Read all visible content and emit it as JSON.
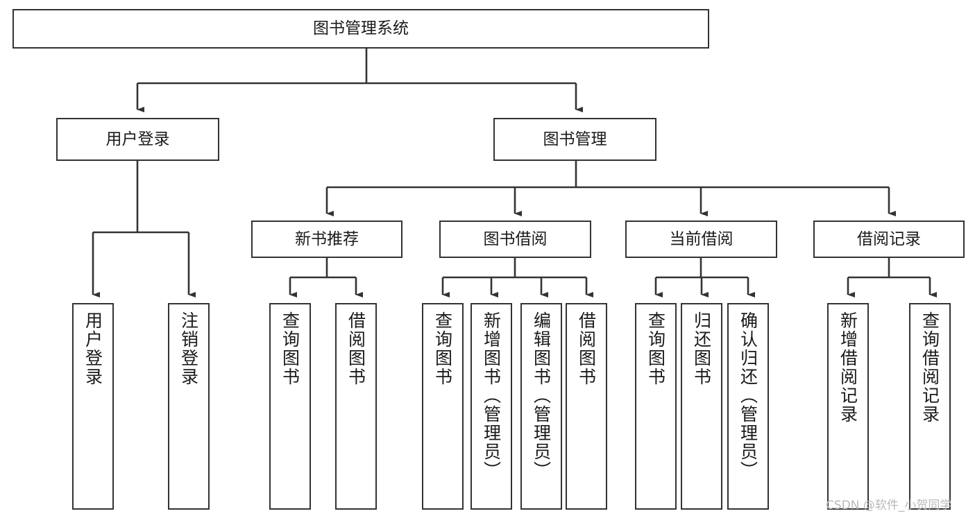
{
  "diagram": {
    "type": "tree",
    "title": "图书管理系统",
    "orientation": "top-down",
    "colors": {
      "box_border": "#333333",
      "box_fill": "#ffffff",
      "edge": "#333333",
      "text": "#1a1a1a",
      "watermark": "#b9b9b9",
      "background": "#ffffff"
    },
    "nodes": {
      "root": {
        "label": "图书管理系统",
        "level": 1,
        "orientation": "horizontal"
      },
      "l2": [
        {
          "id": "user-login",
          "label": "用户登录",
          "level": 2,
          "orientation": "horizontal"
        },
        {
          "id": "book-manage",
          "label": "图书管理",
          "level": 2,
          "orientation": "horizontal"
        }
      ],
      "l3": [
        {
          "id": "new-book-rec",
          "label": "新书推荐",
          "level": 3,
          "orientation": "horizontal"
        },
        {
          "id": "book-borrow",
          "label": "图书借阅",
          "level": 3,
          "orientation": "horizontal"
        },
        {
          "id": "current-borrow",
          "label": "当前借阅",
          "level": 3,
          "orientation": "horizontal"
        },
        {
          "id": "borrow-record",
          "label": "借阅记录",
          "level": 3,
          "orientation": "horizontal"
        }
      ],
      "leaves": [
        {
          "id": "leaf-user-login",
          "label": "用户登录",
          "parent": "user-login",
          "orientation": "vertical"
        },
        {
          "id": "leaf-user-logout",
          "label": "注销登录",
          "parent": "user-login",
          "orientation": "vertical"
        },
        {
          "id": "leaf-rec-query",
          "label": "查询图书",
          "parent": "new-book-rec",
          "orientation": "vertical"
        },
        {
          "id": "leaf-rec-borrow",
          "label": "借阅图书",
          "parent": "new-book-rec",
          "orientation": "vertical"
        },
        {
          "id": "leaf-borrow-query",
          "label": "查询图书",
          "parent": "book-borrow",
          "orientation": "vertical"
        },
        {
          "id": "leaf-borrow-add",
          "label": "新增图书（管理员）",
          "parent": "book-borrow",
          "orientation": "vertical"
        },
        {
          "id": "leaf-borrow-edit",
          "label": "编辑图书（管理员）",
          "parent": "book-borrow",
          "orientation": "vertical"
        },
        {
          "id": "leaf-borrow-lend",
          "label": "借阅图书",
          "parent": "book-borrow",
          "orientation": "vertical"
        },
        {
          "id": "leaf-cur-query",
          "label": "查询图书",
          "parent": "current-borrow",
          "orientation": "vertical"
        },
        {
          "id": "leaf-cur-return",
          "label": "归还图书",
          "parent": "current-borrow",
          "orientation": "vertical"
        },
        {
          "id": "leaf-cur-confirm",
          "label": "确认归还（管理员）",
          "parent": "current-borrow",
          "orientation": "vertical"
        },
        {
          "id": "leaf-rec-add",
          "label": "新增借阅记录",
          "parent": "borrow-record",
          "orientation": "vertical"
        },
        {
          "id": "leaf-rec-query2",
          "label": "查询借阅记录",
          "parent": "borrow-record",
          "orientation": "vertical"
        }
      ]
    }
  },
  "watermark": {
    "text": "CSDN @软件_小贺同学"
  }
}
